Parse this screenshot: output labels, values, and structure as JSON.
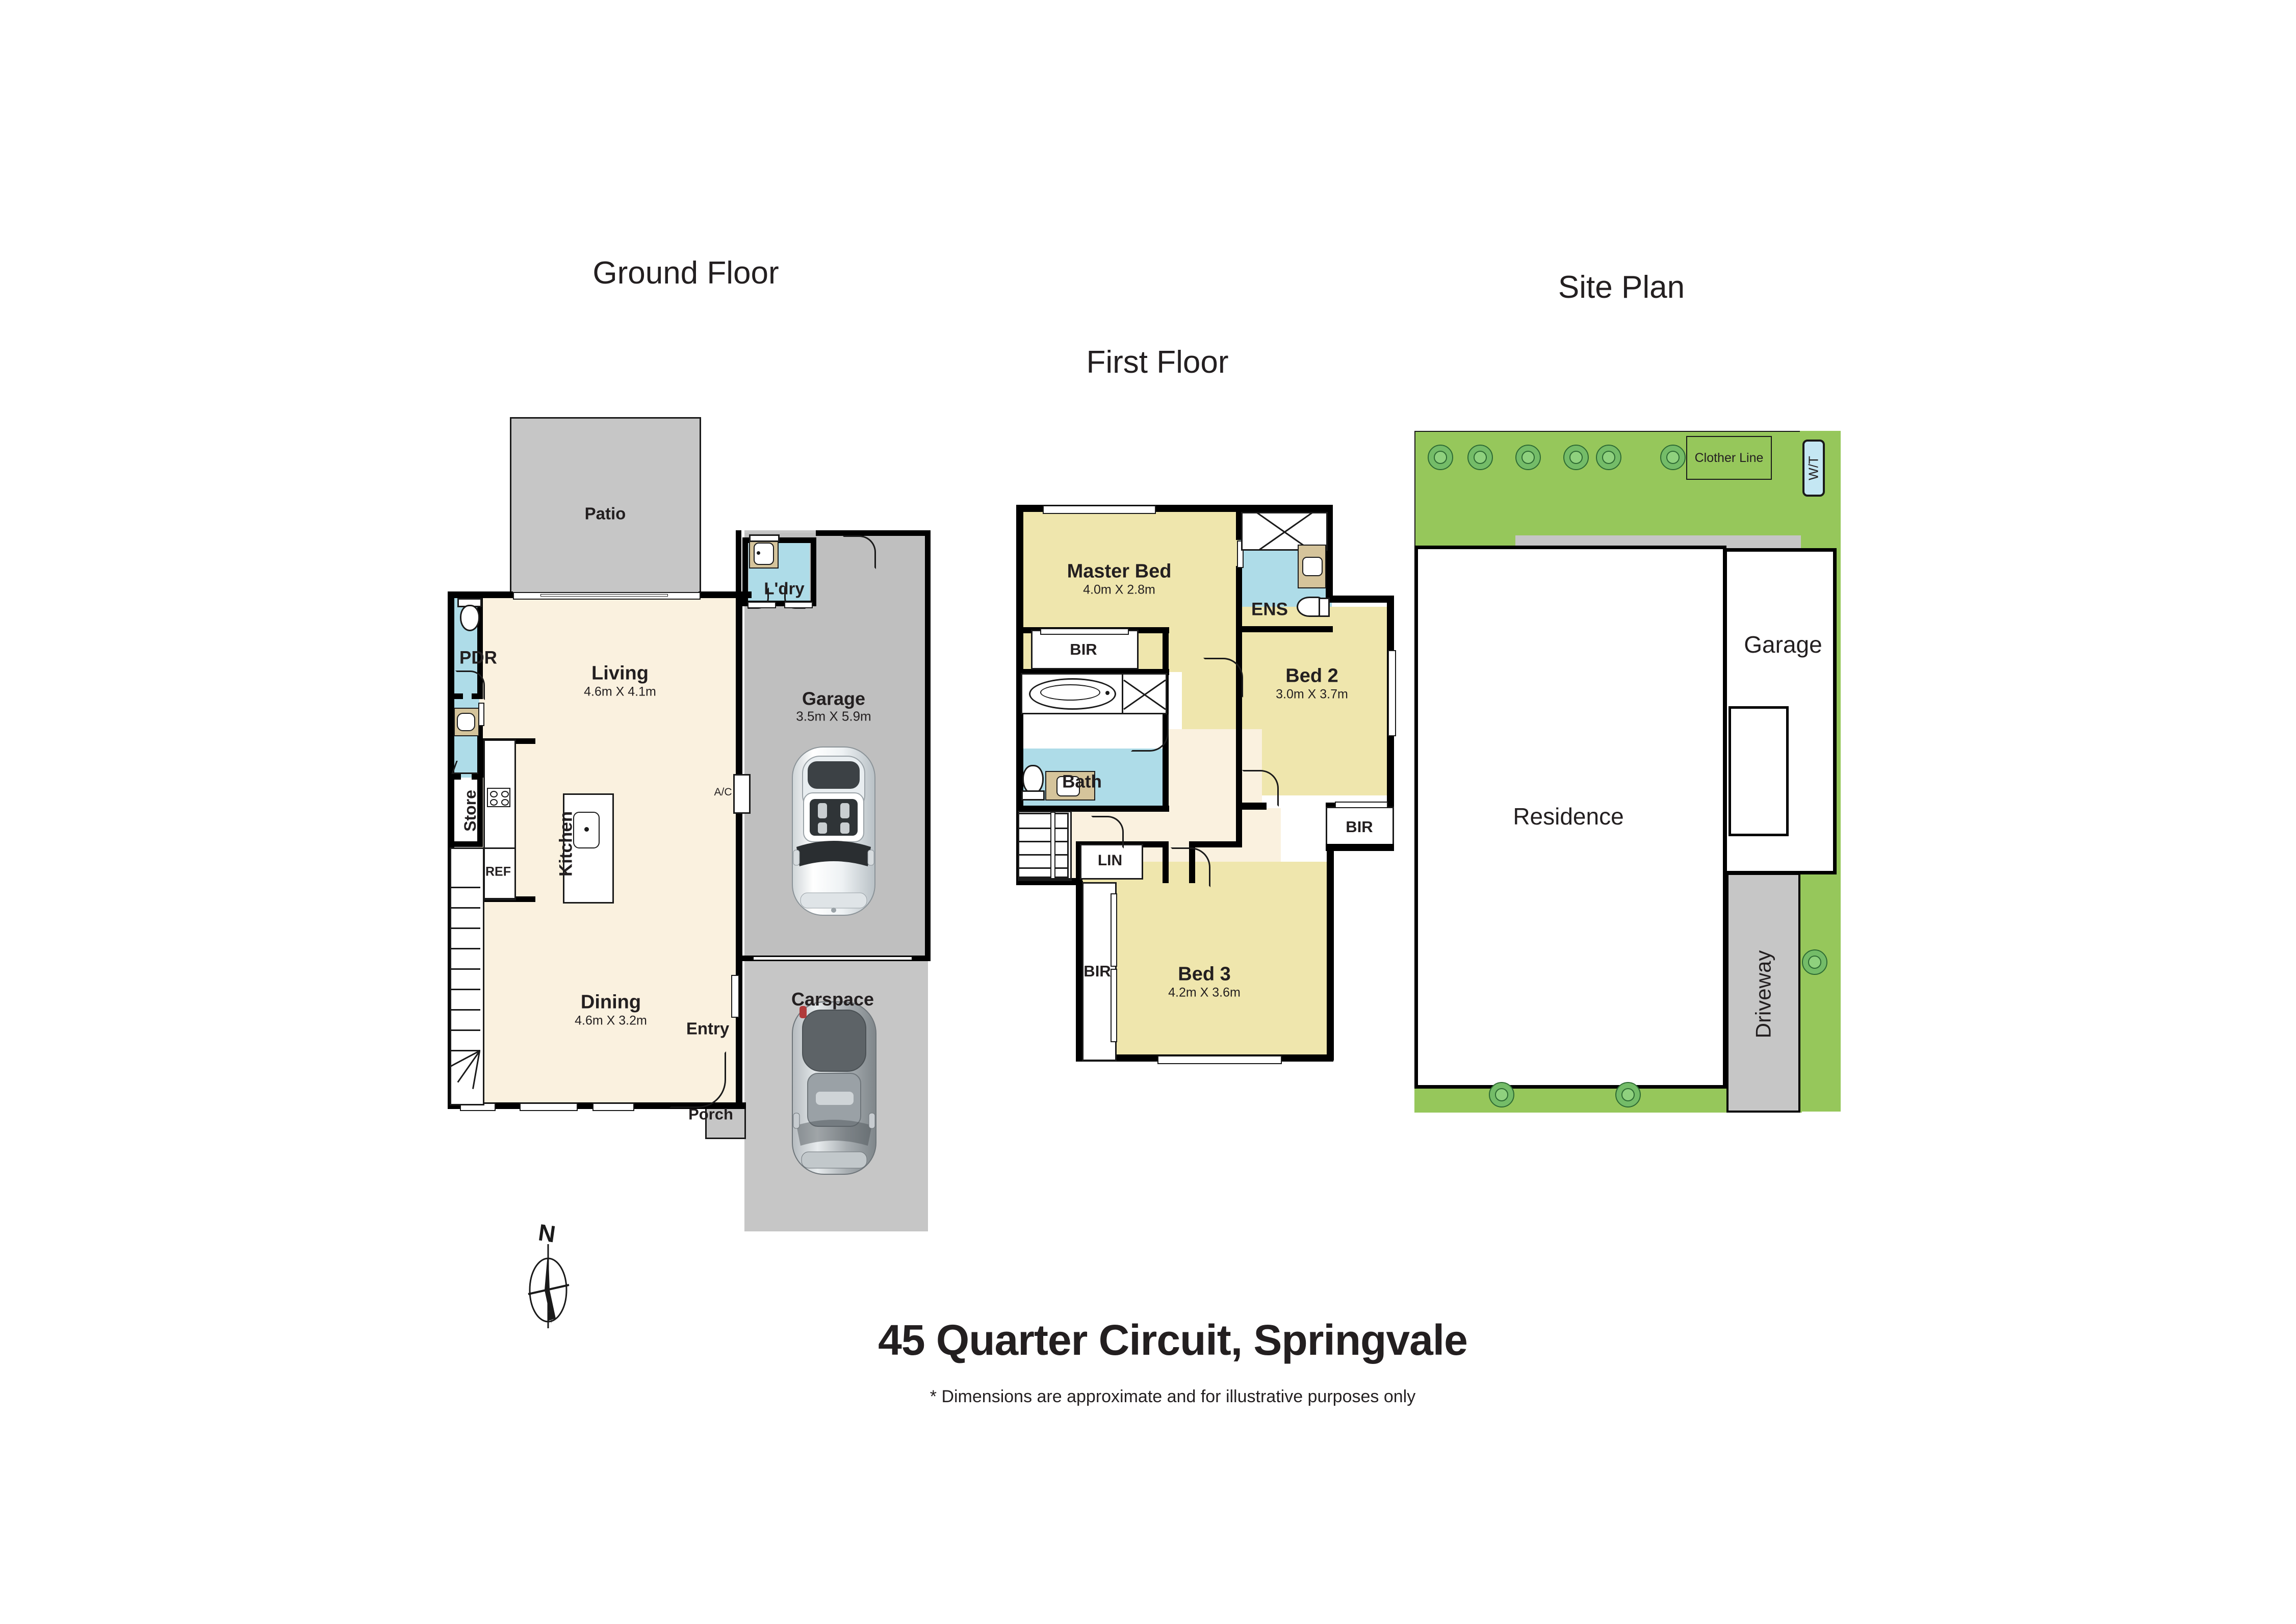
{
  "sections": {
    "ground_floor_heading": "Ground Floor",
    "first_floor_heading": "First Floor",
    "site_plan_heading": "Site Plan"
  },
  "title": {
    "address": "45 Quarter Circuit, Springvale",
    "disclaimer": "* Dimensions are approximate and for illustrative purposes only"
  },
  "compass": {
    "north_label": "N"
  },
  "ground_floor": {
    "rooms": [
      {
        "name": "Patio",
        "dim": ""
      },
      {
        "name": "Living",
        "dim": "4.6m X 4.1m"
      },
      {
        "name": "Dining",
        "dim": "4.6m X 3.2m"
      },
      {
        "name": "Kitchen",
        "dim": ""
      },
      {
        "name": "PDR",
        "dim": ""
      },
      {
        "name": "Store",
        "dim": ""
      },
      {
        "name": "L'dry",
        "dim": ""
      },
      {
        "name": "Garage",
        "dim": "3.5m X 5.9m"
      },
      {
        "name": "Carspace",
        "dim": ""
      },
      {
        "name": "Entry",
        "dim": ""
      },
      {
        "name": "Porch",
        "dim": ""
      }
    ],
    "annotations": {
      "ref": "REF",
      "ac": "A/C"
    }
  },
  "first_floor": {
    "rooms": [
      {
        "name": "Master Bed",
        "dim": "4.0m X 2.8m"
      },
      {
        "name": "Bed 2",
        "dim": "3.0m X 3.7m"
      },
      {
        "name": "Bed 3",
        "dim": "4.2m X 3.6m"
      },
      {
        "name": "ENS",
        "dim": ""
      },
      {
        "name": "Bath",
        "dim": ""
      }
    ],
    "annotations": {
      "bir_master": "BIR",
      "bir_bed2": "BIR",
      "bir_bed3": "BIR",
      "lin": "LIN"
    }
  },
  "site_plan": {
    "labels": {
      "residence": "Residence",
      "garage": "Garage",
      "driveway": "Driveway",
      "clothes_line": "Clother Line",
      "water_tank": "W/T"
    }
  },
  "colors": {
    "living_fill": "#faf1df",
    "bedroom_fill": "#efe6ad",
    "wet_area_fill": "#aedce8",
    "paving_fill": "#c6c6c6",
    "lawn_fill": "#96c75b",
    "wall_stroke": "#000000",
    "text": "#231f20"
  }
}
